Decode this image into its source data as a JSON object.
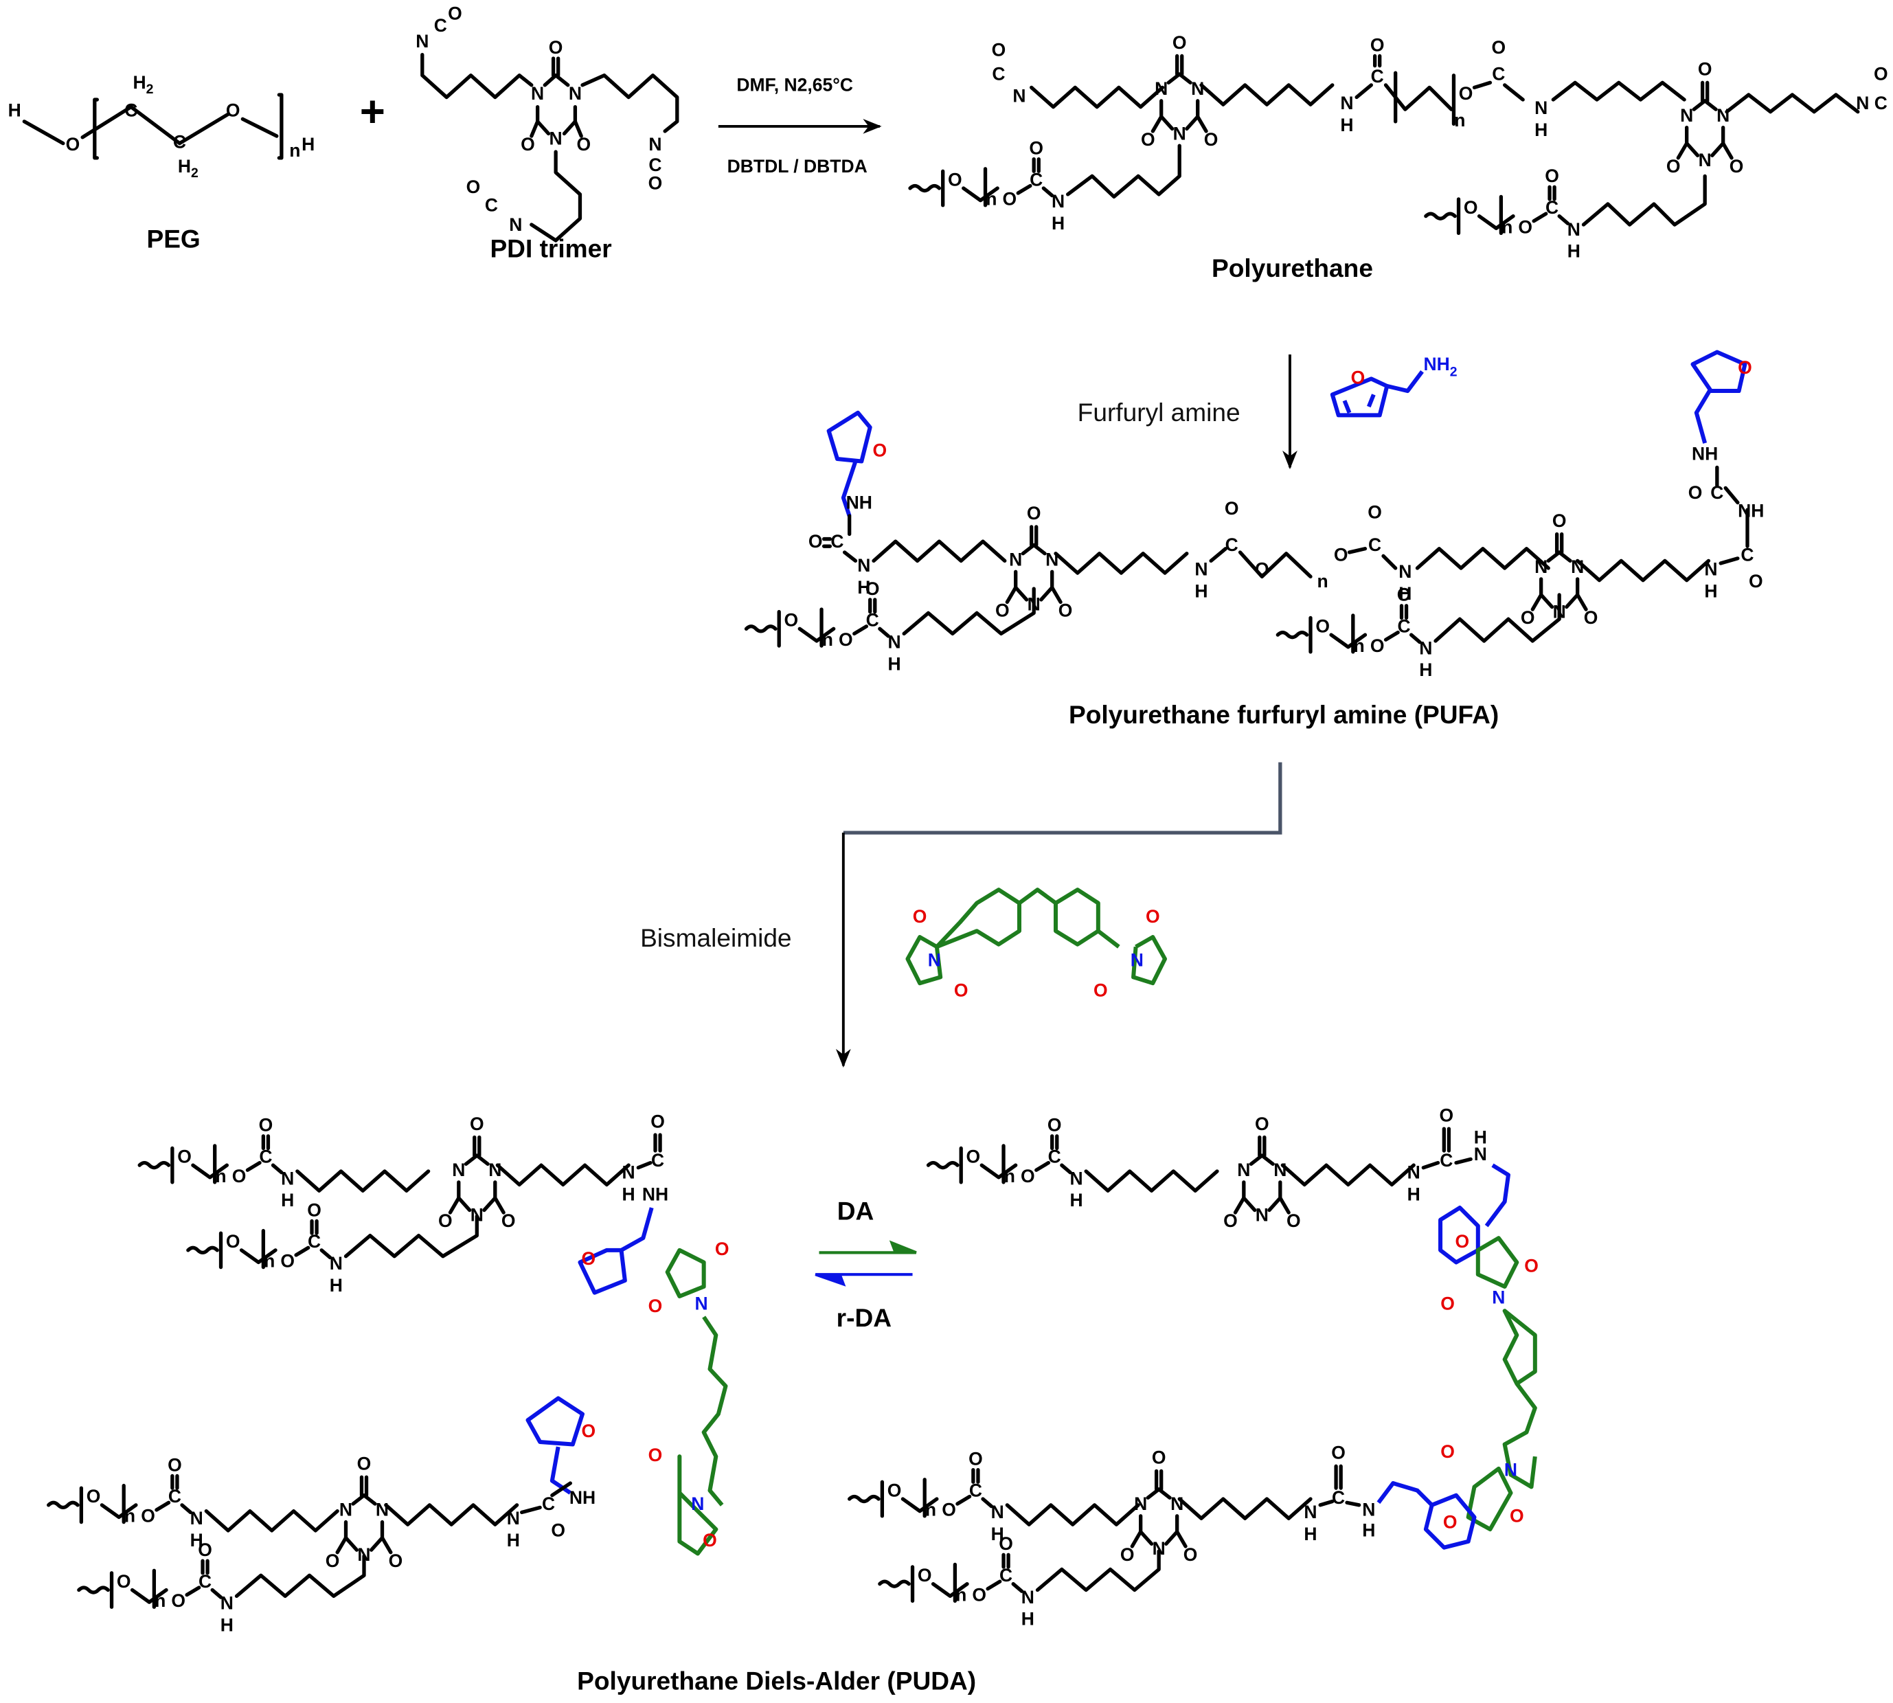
{
  "scheme": {
    "title": "Synthesis of Polyurethane Diels-Alder (PUDA)",
    "colors": {
      "bond": "#000000",
      "furan": "#0a14e6",
      "bismaleimide": "#1e7d1e",
      "oxygen_highlight": "#e60000",
      "nitrogen_highlight": "#0a14e6",
      "connector": "#4a5468"
    },
    "step1": {
      "reactant1": {
        "name": "PEG",
        "atoms": {
          "h_left": "H",
          "o1": "O",
          "c1": "C",
          "h2_top": "H",
          "h2_top_sub": "2",
          "c2": "C",
          "h2_bot": "H",
          "h2_bot_sub": "2",
          "o2": "O",
          "n": "n",
          "h_right": "H"
        }
      },
      "plus": "+",
      "reactant2": {
        "name": "PDI trimer",
        "atoms": {
          "n": "N",
          "c": "C",
          "o": "O"
        }
      },
      "conditions_above": "DMF, N2,65°C",
      "conditions_below": "DBTDL / DBTDA",
      "product": {
        "name": "Polyurethane"
      }
    },
    "step2": {
      "reagent": "Furfuryl amine",
      "reagent_structure": {
        "o": "O",
        "nh2": "NH",
        "nh2_sub": "2"
      },
      "product": {
        "name": "Polyurethane furfuryl amine (PUFA)"
      }
    },
    "step3": {
      "reagent": "Bismaleimide",
      "reagent_structure": {
        "n": "N",
        "o": "O"
      },
      "forward_label": "DA",
      "reverse_label": "r-DA",
      "product": {
        "name": "Polyurethane Diels-Alder (PUDA)"
      }
    },
    "atom_labels": {
      "N": "N",
      "O": "O",
      "C": "C",
      "H": "H",
      "NH": "NH",
      "n": "n"
    }
  }
}
